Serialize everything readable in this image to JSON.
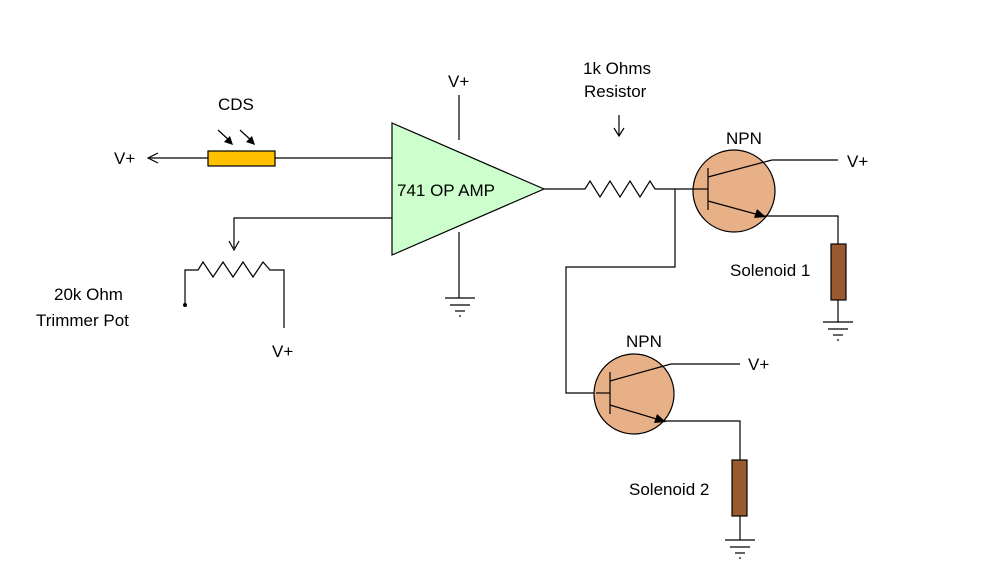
{
  "labels": {
    "cds": "CDS",
    "cds_supply": "V+",
    "opamp": "741 OP AMP",
    "opamp_supply": "V+",
    "resistor": [
      "1k Ohms",
      "Resistor"
    ],
    "pot": [
      "20k Ohm",
      "Trimmer Pot"
    ],
    "pot_supply": "V+",
    "npn1": "NPN",
    "npn1_supply": "V+",
    "solenoid1": "Solenoid 1",
    "npn2": "NPN",
    "npn2_supply": "V+",
    "solenoid2": "Solenoid 2"
  },
  "colors": {
    "cds_body": "#ffc000",
    "opamp_fill": "#ccffcc",
    "transistor_fill": "#e8b087",
    "solenoid_fill": "#9a5a30"
  }
}
